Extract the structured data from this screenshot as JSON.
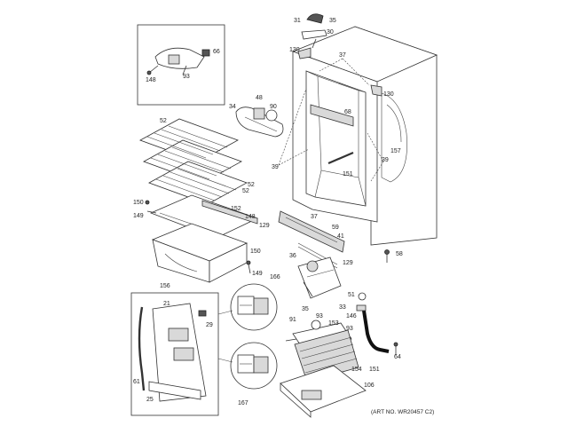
{
  "art_no": "(ART NO. WR20457 C2)",
  "labels": [
    {
      "id": "31",
      "text": "31"
    },
    {
      "id": "35a",
      "text": "35"
    },
    {
      "id": "30",
      "text": "30"
    },
    {
      "id": "130a",
      "text": "130"
    },
    {
      "id": "37a",
      "text": "37"
    },
    {
      "id": "130b",
      "text": "130"
    },
    {
      "id": "66",
      "text": "66"
    },
    {
      "id": "148a",
      "text": "148"
    },
    {
      "id": "93a",
      "text": "93"
    },
    {
      "id": "34",
      "text": "34"
    },
    {
      "id": "48",
      "text": "48"
    },
    {
      "id": "90",
      "text": "90"
    },
    {
      "id": "68",
      "text": "68"
    },
    {
      "id": "52a",
      "text": "52"
    },
    {
      "id": "52b",
      "text": "52"
    },
    {
      "id": "52c",
      "text": "52"
    },
    {
      "id": "39a",
      "text": "39"
    },
    {
      "id": "151a",
      "text": "151"
    },
    {
      "id": "39b",
      "text": "39"
    },
    {
      "id": "157",
      "text": "157"
    },
    {
      "id": "150a",
      "text": "150"
    },
    {
      "id": "149a",
      "text": "149"
    },
    {
      "id": "152",
      "text": "152"
    },
    {
      "id": "148b",
      "text": "148"
    },
    {
      "id": "37b",
      "text": "37"
    },
    {
      "id": "129a",
      "text": "129"
    },
    {
      "id": "59",
      "text": "59"
    },
    {
      "id": "41",
      "text": "41"
    },
    {
      "id": "58",
      "text": "58"
    },
    {
      "id": "150b",
      "text": "150"
    },
    {
      "id": "149b",
      "text": "149"
    },
    {
      "id": "36",
      "text": "36"
    },
    {
      "id": "129b",
      "text": "129"
    },
    {
      "id": "156",
      "text": "156"
    },
    {
      "id": "166",
      "text": "166"
    },
    {
      "id": "21",
      "text": "21"
    },
    {
      "id": "29",
      "text": "29"
    },
    {
      "id": "33",
      "text": "33"
    },
    {
      "id": "51",
      "text": "51"
    },
    {
      "id": "35b",
      "text": "35"
    },
    {
      "id": "146",
      "text": "146"
    },
    {
      "id": "91",
      "text": "91"
    },
    {
      "id": "93b",
      "text": "93"
    },
    {
      "id": "153",
      "text": "153"
    },
    {
      "id": "93c",
      "text": "93"
    },
    {
      "id": "64",
      "text": "64"
    },
    {
      "id": "154",
      "text": "154"
    },
    {
      "id": "151b",
      "text": "151"
    },
    {
      "id": "61",
      "text": "61"
    },
    {
      "id": "106",
      "text": "106"
    },
    {
      "id": "25",
      "text": "25"
    },
    {
      "id": "167",
      "text": "167"
    }
  ]
}
